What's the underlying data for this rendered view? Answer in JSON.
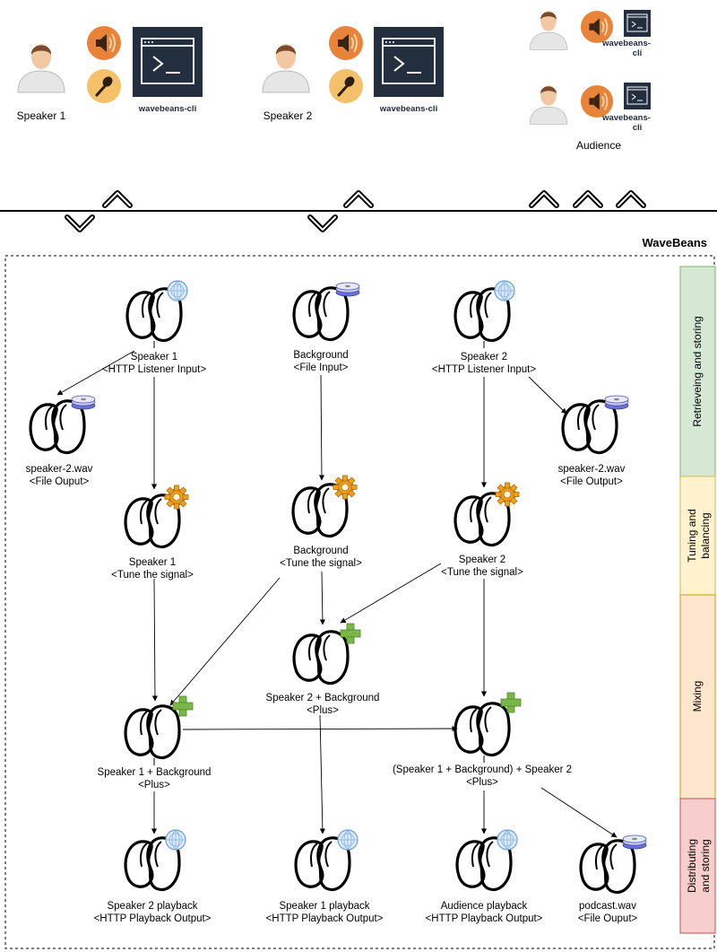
{
  "brand": "WaveBeans",
  "top": {
    "speaker1": {
      "label": "Speaker 1",
      "cli": "wavebeans-cli"
    },
    "speaker2": {
      "label": "Speaker 2",
      "cli": "wavebeans-cli"
    },
    "audience": {
      "label": "Audience",
      "cli_line1": "wavebeans-",
      "cli_line2": "cli"
    }
  },
  "sections": [
    {
      "id": "retrieving",
      "label": "Retrieveing and storing",
      "color": "#d5e8d4"
    },
    {
      "id": "tuning",
      "label_line1": "Tuning and",
      "label_line2": "balancing",
      "color": "#fff2cc"
    },
    {
      "id": "mixing",
      "label": "Mixing",
      "color": "#ffe6cc"
    },
    {
      "id": "distributing",
      "label_line1": "Distributing",
      "label_line2": "and storing",
      "color": "#f8cecc"
    }
  ],
  "nodes": {
    "sp1_input": {
      "name": "Speaker 1",
      "type": "<HTTP Listener Input>",
      "badge": "globe"
    },
    "bg_input": {
      "name": "Background",
      "type": "<File Input>",
      "badge": "disk"
    },
    "sp2_input": {
      "name": "Speaker 2",
      "type": "<HTTP Listener Input>",
      "badge": "globe"
    },
    "file_out_left": {
      "name": "speaker-2.wav",
      "type": "<File Ouput>",
      "badge": "disk"
    },
    "file_out_right": {
      "name": "speaker-2.wav",
      "type": "<File Output>",
      "badge": "disk"
    },
    "sp1_tune": {
      "name": "Speaker 1",
      "type": "<Tune the signal>",
      "badge": "gear"
    },
    "bg_tune": {
      "name": "Background",
      "type": "<Tune the signal>",
      "badge": "gear"
    },
    "sp2_tune": {
      "name": "Speaker 2",
      "type": "<Tune the signal>",
      "badge": "gear"
    },
    "sp2_bg_plus": {
      "name": "Speaker 2 + Background",
      "type": "<Plus>",
      "badge": "plus"
    },
    "sp1_bg_plus": {
      "name": "Speaker 1 + Background",
      "type": "<Plus>",
      "badge": "plus"
    },
    "all_plus": {
      "name": "(Speaker 1 + Background) + Speaker 2",
      "type": "<Plus>",
      "badge": "plus"
    },
    "sp2_playback": {
      "name": "Speaker 2 playback",
      "type": "<HTTP Playback Output>",
      "badge": "globe"
    },
    "sp1_playback": {
      "name": "Speaker 1 playback",
      "type": "<HTTP Playback Output>",
      "badge": "globe"
    },
    "aud_playback": {
      "name": "Audience playback",
      "type": "<HTTP Playback Output>",
      "badge": "globe"
    },
    "podcast": {
      "name": "podcast.wav",
      "type": "<File Ouput>",
      "badge": "disk"
    }
  },
  "colors": {
    "speaker_orange": "#e8843a",
    "mic_yellow": "#f4c16a",
    "terminal_dark": "#232f3e",
    "plus_green": "#7ab648",
    "gear_orange": "#f0a020",
    "globe_blue": "#8fb9e6"
  }
}
